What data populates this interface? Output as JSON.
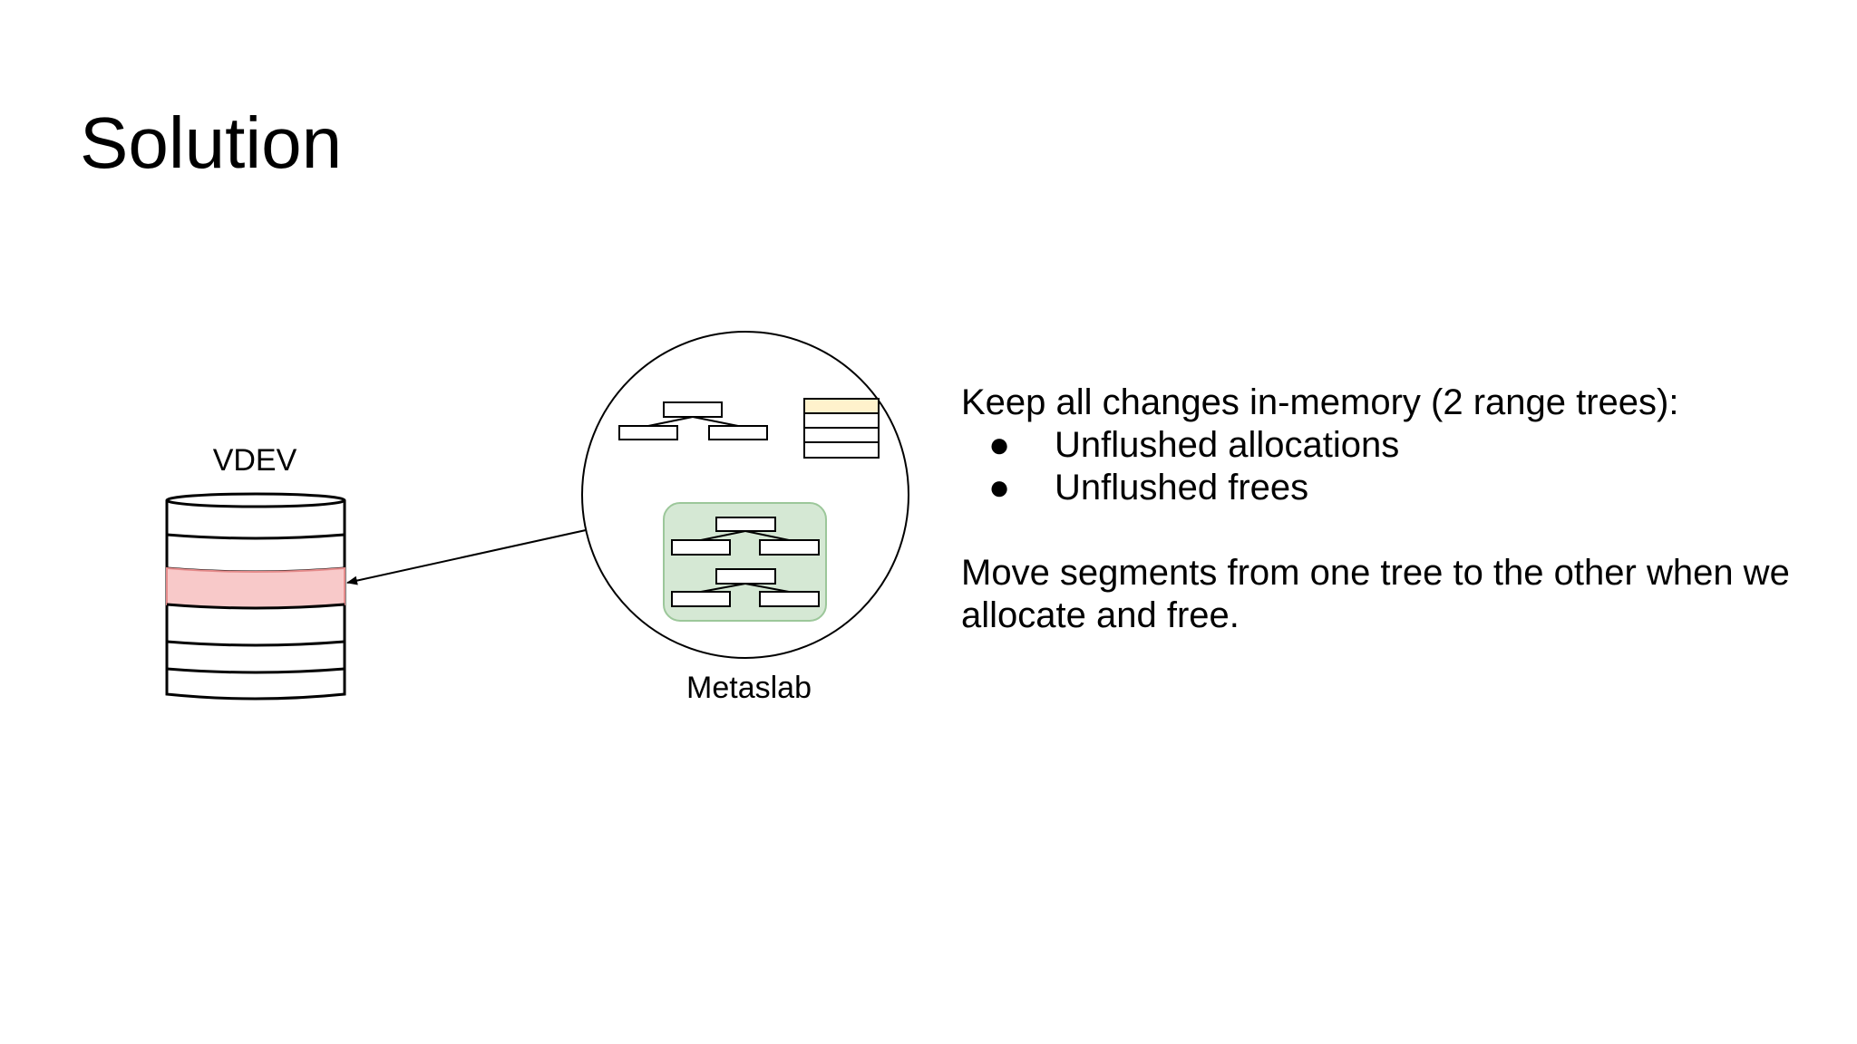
{
  "slide": {
    "title": "Solution"
  },
  "diagram": {
    "vdev_label": "VDEV",
    "metaslab_label": "Metaslab",
    "colors": {
      "highlight_segment": "#f8c9c9",
      "highlight_stroke": "#e58b8b",
      "tree_group_fill": "#d5e8d4",
      "tree_group_stroke": "#9cc79a",
      "table_header_fill": "#fff2cc",
      "line": "#000000"
    }
  },
  "body": {
    "intro": "Keep all changes in-memory (2 range trees):",
    "bullet_char": "●",
    "bullets": [
      "Unflushed allocations",
      "Unflushed frees"
    ],
    "paragraph": "Move segments from one tree to the other when we allocate and free."
  }
}
